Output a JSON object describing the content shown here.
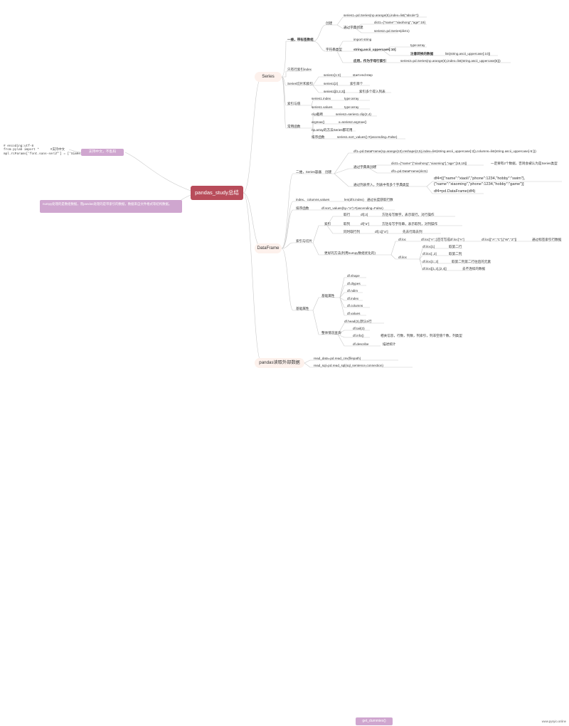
{
  "root": "pandas_study总结",
  "left_note": "# encoding:utf-8\nfrom pylab import *      #支持中文\nmpl.rcParams['font.sans-serif'] = ['SimHei']",
  "left_tag": "支持中文，不乱码",
  "left_box": "numpy处理的是数组数据，而pandas处理的是带索引的数据，数据来自文件格式等结构数据。",
  "branches": {
    "series": "Series",
    "dataframe": "DataFrame",
    "io": "pandas读取外部数据"
  },
  "series": {
    "yiwei": "一维，带标签数组",
    "chuangjian": "创建",
    "s1": "series1=pd.Series(np.arange(5),index=list(\"abcde\"))",
    "tongguo_dict": "通过字典创建",
    "dict1": "dict1={\"name\":\"xiaohong\",\"age\":19}",
    "s2": "series2=pd.Series(dict1)",
    "zifu": "字符串类型",
    "import_string": "import string",
    "ascii": "string.ascii_uppercase[:10]",
    "typename": "type:array",
    "sheng": "注意转换的数据",
    "list_ascii": "list(string.ascii_uppercase[:10])",
    "yingyong": "应用，作为字母行索引",
    "s3": "series3=pd.Series(np.arange(5),index=list(string.ascii_uppercase[5]))",
    "index_only": "只有行索引index",
    "qiepian": "Series切片和索引",
    "qp1": "series1[1:3]",
    "qp1v": "start:end:step",
    "qp2": "series1[2]",
    "qp2v": "索引单个",
    "qp3": "series1[[0,2,3]]",
    "qp3v": "索引多个得入列表",
    "suoyin_zhi": "索引与值",
    "idx": "series1.index",
    "idxv": "type:array",
    "val": "series1.values",
    "valv": "type:array",
    "changyong": "常用函数",
    "clip": "clip截断",
    "clipv": "series2=series1.clip(2,4)",
    "argmax": "argmax()",
    "argmaxv": "x=series2.argmax()",
    "isnan": "np.array的方法Series都可用",
    "sort": "排序函数",
    "sortv": "series1.sort_values()  #(ascending=False)"
  },
  "dataframe": {
    "erwei": "二维，Series容器",
    "chuangjian": "创建",
    "df1": "df1=pd.DataFrame(np.arange(10).reshape(2,5),index=list(string.ascii_uppercase[:2]),columns=list(string.ascii_uppercase[-5:]))",
    "tongguo_dict": "通过字典来创建",
    "dict1": "dict1={\"name\":[\"xiaohong\",\"xiaoming\"],\"age\":[18,19]}",
    "dict1v": "一定要有2个数据，否则会被认为是Series类型",
    "df2": "df1=pd.DataFrame(dict1)",
    "tongguo_list": "通过列表传入，列表中有多个字典类型",
    "df4": "df4=[{\"name\":\"xiaoli\",\"phone\":1234,\"hobby\":\"swim\"},{\"name\":\"xiaoming\",\"phone\":1234,\"hobby\":\"game\"}]",
    "df4b": "df4=pd.DataFrame(df4)",
    "index_cols": "index、columns,values",
    "index_colsv": "len(df4.index)",
    "index_colsn": "通过长度获取行数",
    "paixu": "排序函数",
    "paixuv": "df.sort_values(by=\"a\")  #(ascending=False)",
    "suoyin_qiepian": "索引与切片",
    "qiepian": "索引",
    "hang": "取行",
    "hangv": "df[:2]",
    "hangn": "方括号写数字，表示取行，对行操作",
    "lie": "取列",
    "liev": "df[\"a\"]",
    "lien": "方括号写字符串，表示取列，对列操作",
    "tongshi": "同时取行列",
    "tongshiv": "df[:1][\"a\"]",
    "tongshin": "先去行再去列",
    "loc_iloc": "更好的方法(利用numpy数组优化的)",
    "loc": "df.loc",
    "locv": "df.loc[\"A\",:]还可写成df.loc[\"A\"]",
    "locv2": "df.loc[[\"A\",\"C\"],[\"W\",\"Z\"]]",
    "locn": "通过标签索引行数据",
    "iloc": "df.iloc",
    "iloc1": "df.iloc[1]",
    "iloc1n": "取第二行",
    "iloc2": "df.iloc[:,2]",
    "iloc2n": "取第二列",
    "iloc3": "df.iloc[1:,2]",
    "iloc3n": "取第二列第二行往后的元素",
    "iloc4": "df.iloc[[1,2],[2,4]]",
    "iloc4n": "去不连续的数据",
    "jichu": "基础属性",
    "shuju": "基础属性",
    "shape": "df.shape",
    "dtypes": "df.dtypes",
    "ndim": "df.ndim",
    "index": "df.index",
    "columns": "df.columns",
    "values": "df.values",
    "zhengti": "整体情况查询",
    "head": "df.head(3),默认5行",
    "tail": "df.tail(3)",
    "info": "df.info()",
    "infon": "相关信息，行数，列数，列索引，列非空值个数，列类型",
    "describe": "df.describe",
    "describen": "描述统计"
  },
  "io": {
    "csv": "read_data=pd.read_csv(filepath)",
    "sql": "read_sql=pd.read_sql(sql_sentence,connection)"
  },
  "bottom_button": "get_dummies()",
  "watermark": "www.pysyio.online"
}
